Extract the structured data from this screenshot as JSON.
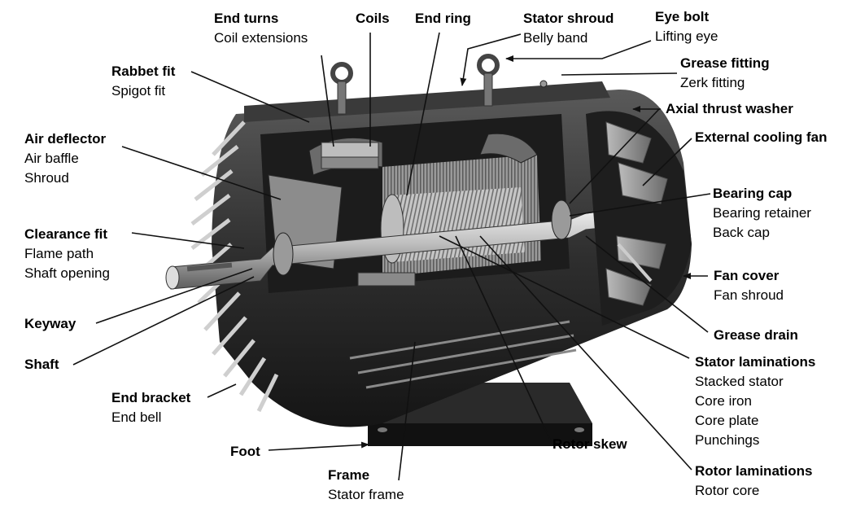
{
  "labels": {
    "end_turns": {
      "title": "End turns",
      "alt": [
        "Coil extensions"
      ]
    },
    "coils": {
      "title": "Coils"
    },
    "end_ring": {
      "title": "End ring"
    },
    "stator_shroud": {
      "title": "Stator shroud",
      "alt": [
        "Belly band"
      ]
    },
    "eye_bolt": {
      "title": "Eye bolt",
      "alt": [
        "Lifting eye"
      ]
    },
    "grease_fitting": {
      "title": "Grease fitting",
      "alt": [
        "Zerk fitting"
      ]
    },
    "rabbet_fit": {
      "title": "Rabbet fit",
      "alt": [
        "Spigot fit"
      ]
    },
    "axial_thrust_washer": {
      "title": "Axial thrust washer"
    },
    "air_deflector": {
      "title": "Air deflector",
      "alt": [
        "Air baffle",
        "Shroud"
      ]
    },
    "external_cooling_fan": {
      "title": "External cooling fan"
    },
    "bearing_cap": {
      "title": "Bearing cap",
      "alt": [
        "Bearing retainer",
        "Back cap"
      ]
    },
    "clearance_fit": {
      "title": "Clearance fit",
      "alt": [
        "Flame path",
        "Shaft opening"
      ]
    },
    "fan_cover": {
      "title": "Fan cover",
      "alt": [
        "Fan shroud"
      ]
    },
    "keyway": {
      "title": "Keyway"
    },
    "grease_drain": {
      "title": "Grease drain"
    },
    "shaft": {
      "title": "Shaft"
    },
    "stator_laminations": {
      "title": "Stator laminations",
      "alt": [
        "Stacked stator",
        "Core iron",
        "Core plate",
        "Punchings"
      ]
    },
    "end_bracket": {
      "title": "End bracket",
      "alt": [
        "End bell"
      ]
    },
    "foot": {
      "title": "Foot"
    },
    "rotor_skew": {
      "title": "Rotor skew"
    },
    "frame": {
      "title": "Frame",
      "alt": [
        "Stator frame"
      ]
    },
    "rotor_laminations": {
      "title": "Rotor laminations",
      "alt": [
        "Rotor core"
      ]
    }
  },
  "colors": {
    "background": "#ffffff",
    "text": "#000000",
    "leader": "#111111",
    "motor_dark": "#2a2a2a",
    "motor_mid": "#7d7d7d",
    "motor_light": "#d0d0d0"
  }
}
